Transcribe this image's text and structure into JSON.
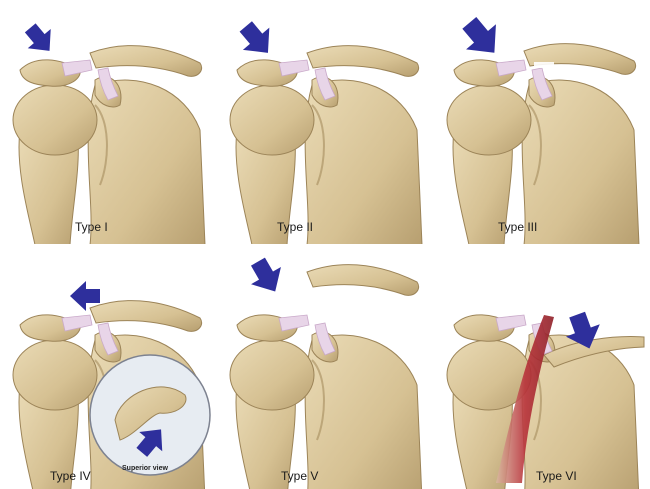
{
  "panels": [
    {
      "type_label": "Type I"
    },
    {
      "type_label": "Type II"
    },
    {
      "type_label": "Type III"
    },
    {
      "type_label": "Type IV",
      "inset_label": "Superior view"
    },
    {
      "type_label": "Type V"
    },
    {
      "type_label": "Type VI"
    }
  ],
  "colors": {
    "bone": "#dcc9a0",
    "bone_shadow": "#b9a274",
    "ligament": "#e7d3e6",
    "arrow": "#2e2f9c",
    "tendon": "#b8323a"
  }
}
